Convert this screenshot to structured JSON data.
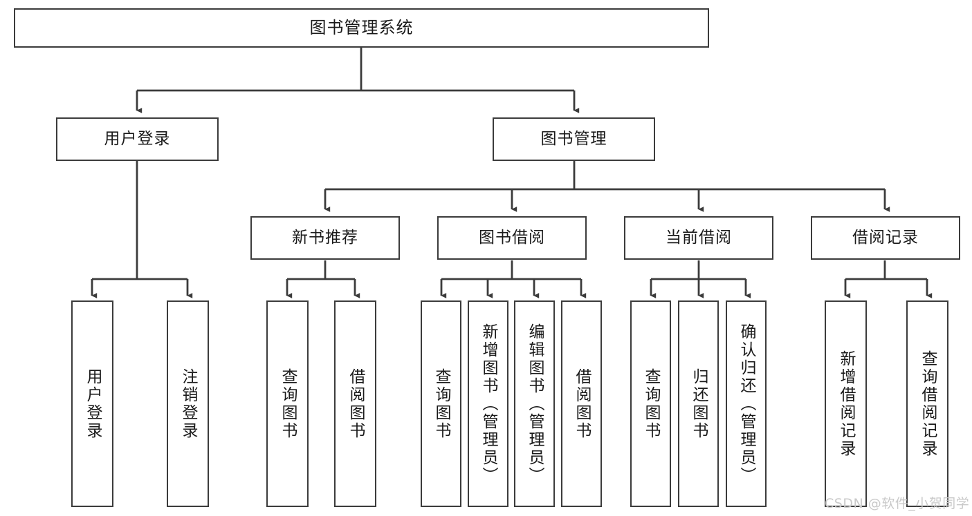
{
  "diagram": {
    "title": "图书管理系统",
    "type": "tree-hierarchy-diagram",
    "colors": {
      "box_border": "#3b3b3b",
      "box_fill": "#ffffff",
      "edge": "#3b3b3b",
      "background": "#ffffff",
      "watermark": "#c9c9c9"
    },
    "root": {
      "label": "图书管理系统"
    },
    "level2": [
      {
        "label": "用户登录"
      },
      {
        "label": "图书管理"
      }
    ],
    "level3": [
      {
        "label": "新书推荐"
      },
      {
        "label": "图书借阅"
      },
      {
        "label": "当前借阅"
      },
      {
        "label": "借阅记录"
      }
    ],
    "leaves": {
      "user_login": [
        {
          "label": "用户登录"
        },
        {
          "label": "注销登录"
        }
      ],
      "new_book_recommend": [
        {
          "label": "查询图书"
        },
        {
          "label": "借阅图书"
        }
      ],
      "book_borrow": [
        {
          "label": "查询图书"
        },
        {
          "label": "新增图书（管理员）"
        },
        {
          "label": "编辑图书（管理员）"
        },
        {
          "label": "借阅图书"
        }
      ],
      "current_borrow": [
        {
          "label": "查询图书"
        },
        {
          "label": "归还图书"
        },
        {
          "label": "确认归还（管理员）"
        }
      ],
      "borrow_record": [
        {
          "label": "新增借阅记录"
        },
        {
          "label": "查询借阅记录"
        }
      ]
    },
    "watermark": "CSDN @软件_小贺同学"
  }
}
